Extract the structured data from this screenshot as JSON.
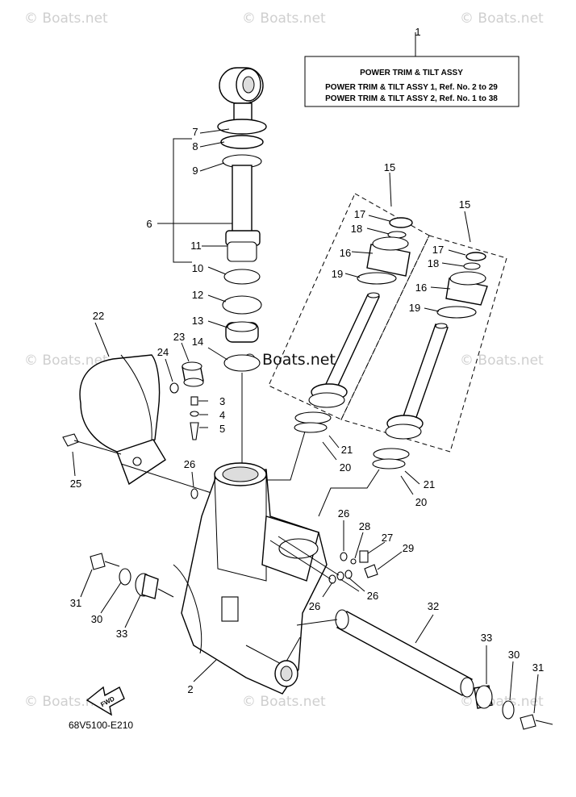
{
  "watermark": "© Boats.net",
  "diagram_code": "68V5100-E210",
  "fwd_label": "FWD",
  "title_box": {
    "heading": "POWER TRIM  &  TILT ASSY",
    "line1": "POWER TRIM & TILT ASSY 1,  Ref. No. 2 to 29",
    "line2": "POWER TRIM & TILT ASSY 2,  Ref. No. 1 to 38"
  },
  "callouts": {
    "c1": "1",
    "c2": "2",
    "c3": "3",
    "c4": "4",
    "c5": "5",
    "c6": "6",
    "c7": "7",
    "c8": "8",
    "c9": "9",
    "c10": "10",
    "c11": "11",
    "c12": "12",
    "c13": "13",
    "c14": "14",
    "c15a": "15",
    "c15b": "15",
    "c16a": "16",
    "c16b": "16",
    "c17a": "17",
    "c17b": "17",
    "c18a": "18",
    "c18b": "18",
    "c19a": "19",
    "c19b": "19",
    "c20a": "20",
    "c20b": "20",
    "c21a": "21",
    "c21b": "21",
    "c22": "22",
    "c23": "23",
    "c24": "24",
    "c25": "25",
    "c26a": "26",
    "c26b": "26",
    "c26c": "26",
    "c26d": "26",
    "c27": "27",
    "c28": "28",
    "c29": "29",
    "c30a": "30",
    "c30b": "30",
    "c31a": "31",
    "c31b": "31",
    "c32": "32",
    "c33a": "33",
    "c33b": "33"
  }
}
